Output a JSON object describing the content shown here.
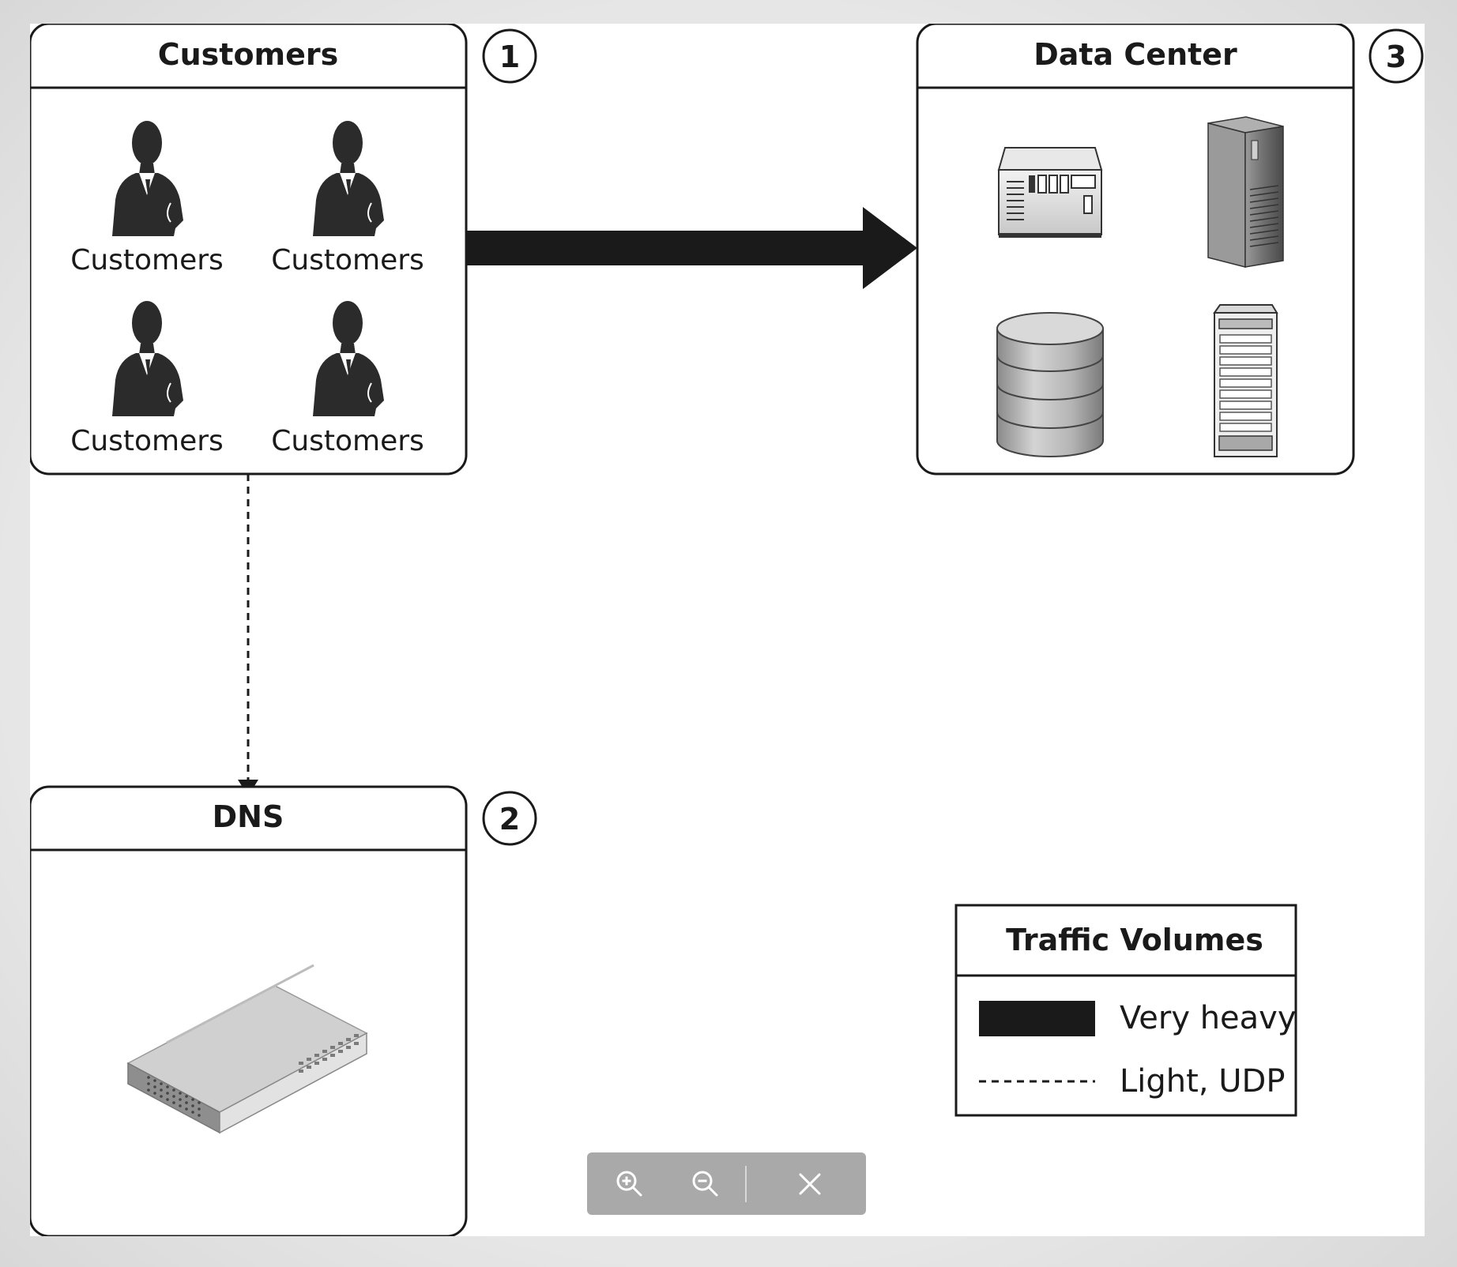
{
  "diagram": {
    "customers_box": {
      "title": "Customers",
      "step": "1",
      "people": [
        {
          "label": "Customers"
        },
        {
          "label": "Customers"
        },
        {
          "label": "Customers"
        },
        {
          "label": "Customers"
        }
      ]
    },
    "dns_box": {
      "title": "DNS",
      "step": "2",
      "device_icon": "network-switch-icon"
    },
    "datacenter_box": {
      "title": "Data Center",
      "step": "3",
      "device_icons": [
        "rack-unit-icon",
        "tower-server-icon",
        "database-icon",
        "blade-server-icon"
      ]
    },
    "connections": [
      {
        "from": "Customers",
        "to": "Data Center",
        "traffic": "Very heavy"
      },
      {
        "from": "Customers",
        "to": "DNS",
        "traffic": "Light, UDP"
      }
    ],
    "legend": {
      "title": "Traffic Volumes",
      "items": [
        {
          "style": "solid-thick",
          "label": "Very heavy"
        },
        {
          "style": "dashed",
          "label": "Light, UDP"
        }
      ]
    }
  },
  "toolbar": {
    "zoom_in_icon": "zoom-in-icon",
    "zoom_out_icon": "zoom-out-icon",
    "close_icon": "close-icon"
  },
  "colors": {
    "line": "#1a1a1a",
    "toolbar_bg": "#969696",
    "toolbar_icon": "#ffffff"
  }
}
